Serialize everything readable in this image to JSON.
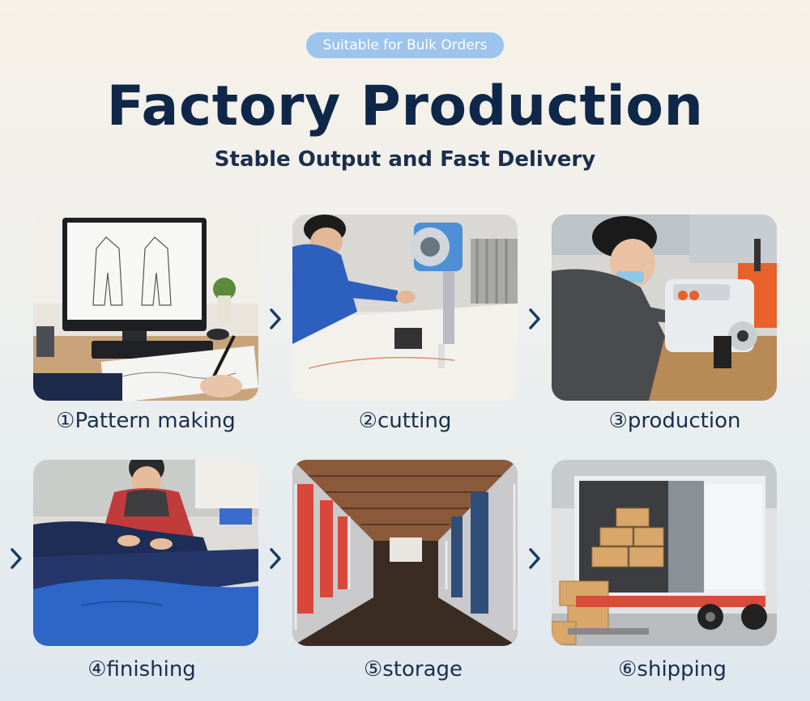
{
  "header": {
    "badge": "Suitable for Bulk Orders",
    "title": "Factory Production",
    "subtitle": "Stable Output and Fast Delivery"
  },
  "steps": [
    {
      "label": "①Pattern making",
      "image": "pattern-making-photo"
    },
    {
      "label": "②cutting",
      "image": "cutting-photo"
    },
    {
      "label": "③production",
      "image": "production-photo"
    },
    {
      "label": "④finishing",
      "image": "finishing-photo"
    },
    {
      "label": "⑤storage",
      "image": "storage-photo"
    },
    {
      "label": "⑥shipping",
      "image": "shipping-photo"
    }
  ],
  "colors": {
    "title": "#0f2748",
    "badge_bg": "#9cc4ec",
    "arrow": "#1a3a66"
  }
}
